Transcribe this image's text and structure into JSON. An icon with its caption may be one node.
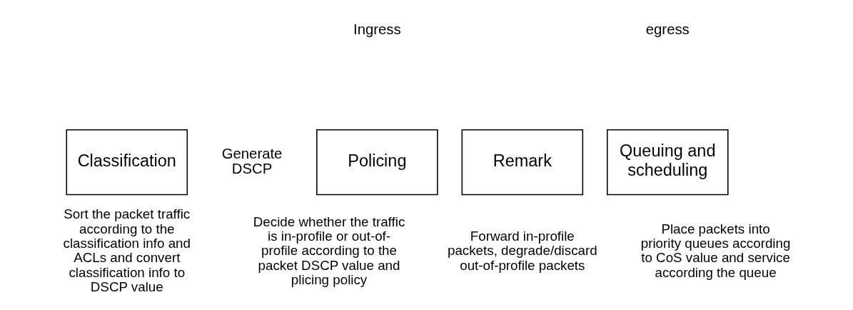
{
  "diagram": {
    "nodes": [
      {
        "text": [
          "Classification"
        ],
        "beside": [
          "Sort the packet traffic according to the classification info and ACLs and convert classification info to DSCP value"
        ]
      },
      {
        "text": [
          "Policing"
        ],
        "beside": [
          "Decide whether the traffic is in-profile or out-of-profile according to the packet DSCP value and plicing policy"
        ]
      },
      {
        "text": [
          "Remark"
        ],
        "beside": [
          "Forward in-profile packets, degrade/discard out-of-profile packets"
        ]
      },
      {
        "text": [
          "Queuing and scheduling"
        ],
        "beside": [
          "Place packets into priority queues according to CoS value and service according the queue"
        ]
      }
    ],
    "labels": [
      "Ingress",
      "egress",
      "Generate DSCP"
    ]
  }
}
